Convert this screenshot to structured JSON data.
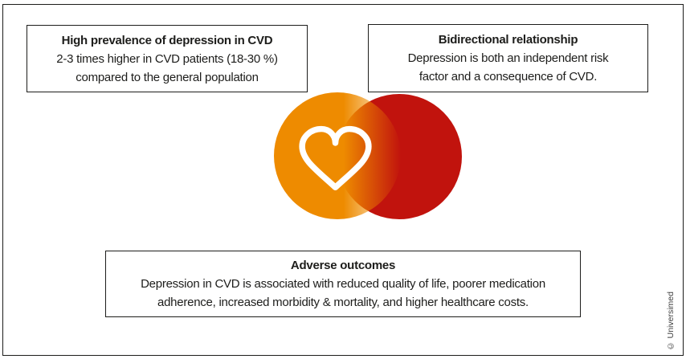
{
  "boxes": {
    "prevalence": {
      "title": "High prevalence of depression in CVD",
      "body": "2-3 times higher in CVD patients (18-30 %)\ncompared to the general population"
    },
    "bidirectional": {
      "title": "Bidirectional relationship",
      "body": "Depression is both an independent risk\nfactor and a consequence of CVD."
    },
    "outcomes": {
      "title": "Adverse outcomes",
      "body": "Depression in CVD is associated with reduced quality of life, poorer medication\nadherence, increased morbidity & mortality, and higher healthcare costs."
    }
  },
  "venn": {
    "orange": "#EE8B00",
    "red": "#C1130D",
    "heart_stroke": "#FFFFFF"
  },
  "credit": {
    "text": "© Universimed"
  }
}
